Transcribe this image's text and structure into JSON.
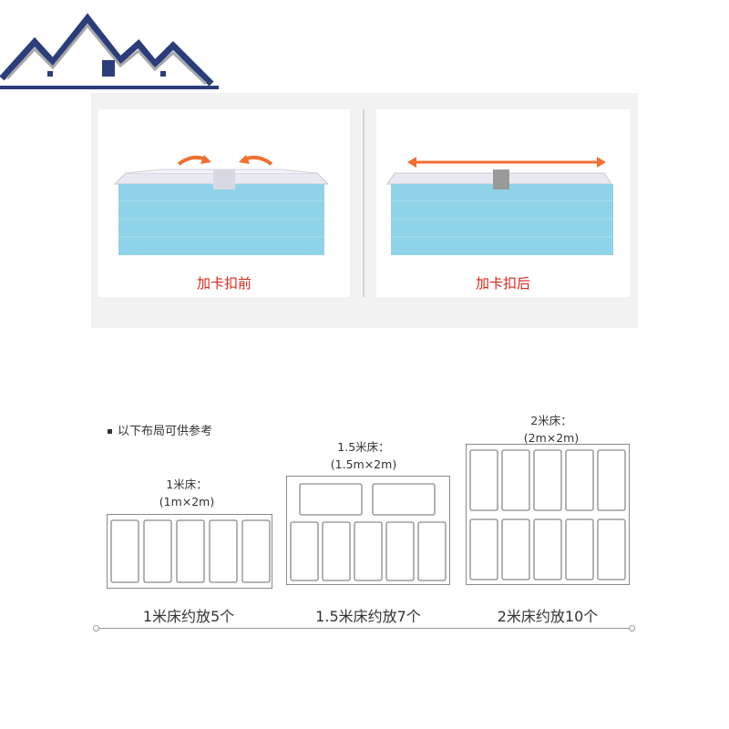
{
  "before": {
    "caption": "加卡扣前"
  },
  "after": {
    "caption": "加卡扣后"
  },
  "layout": {
    "note": "以下布局可供参考",
    "beds": [
      {
        "label_line1": "1米床：",
        "label_line2": "(1m×2m)",
        "summary": "1米床约放5个"
      },
      {
        "label_line1": "1.5米床：",
        "label_line2": "(1.5m×2m)",
        "summary": "1.5米床约放7个"
      },
      {
        "label_line1": "2米床：",
        "label_line2": "(2m×2m)",
        "summary": "2米床约放10个"
      }
    ]
  },
  "colors": {
    "caption_red": "#d9261c",
    "box_blue": "#8fd3e8",
    "lid": "#e9e9f1",
    "arrow_orange": "#f07030",
    "logo_navy": "#2b3d7a"
  }
}
